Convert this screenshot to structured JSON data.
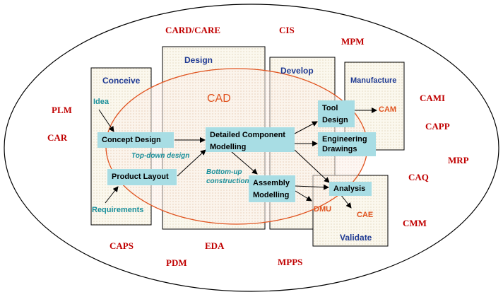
{
  "outer_labels": {
    "card_care": "CARD/CARE",
    "cis": "CIS",
    "mpm": "MPM",
    "plm": "PLM",
    "car": "CAR",
    "cami": "CAMI",
    "capp": "CAPP",
    "mrp": "MRP",
    "caq": "CAQ",
    "cmm": "CMM",
    "caps": "CAPS",
    "pdm": "PDM",
    "eda": "EDA",
    "mpps": "MPPS"
  },
  "stages": {
    "conceive": "Conceive",
    "design": "Design",
    "develop": "Develop",
    "manufacture": "Manufacture",
    "validate": "Validate"
  },
  "cad_label": "CAD",
  "boxes": {
    "concept_design": "Concept Design",
    "product_layout": "Product Layout",
    "detailed_component_1": "Detailed Component",
    "detailed_component_2": "Modelling",
    "assembly_1": "Assembly",
    "assembly_2": "Modelling",
    "tool_design_1": "Tool",
    "tool_design_2": "Design",
    "engineering_1": "Engineering",
    "engineering_2": "Drawings",
    "analysis": "Analysis"
  },
  "teal_labels": {
    "idea": "Idea",
    "requirements": "Requirements",
    "top_down": "Top-down design",
    "bottom_up_1": "Bottom-up",
    "bottom_up_2": "construction"
  },
  "outputs": {
    "cam": "CAM",
    "dmu": "DMU",
    "cae": "CAE"
  },
  "colors": {
    "outer_labels": "#c00000",
    "stage_titles": "#1f3a93",
    "process_boxes": "#a8dde4",
    "teal_text": "#1a8f9a",
    "cad_ellipse": "#e0531f"
  }
}
